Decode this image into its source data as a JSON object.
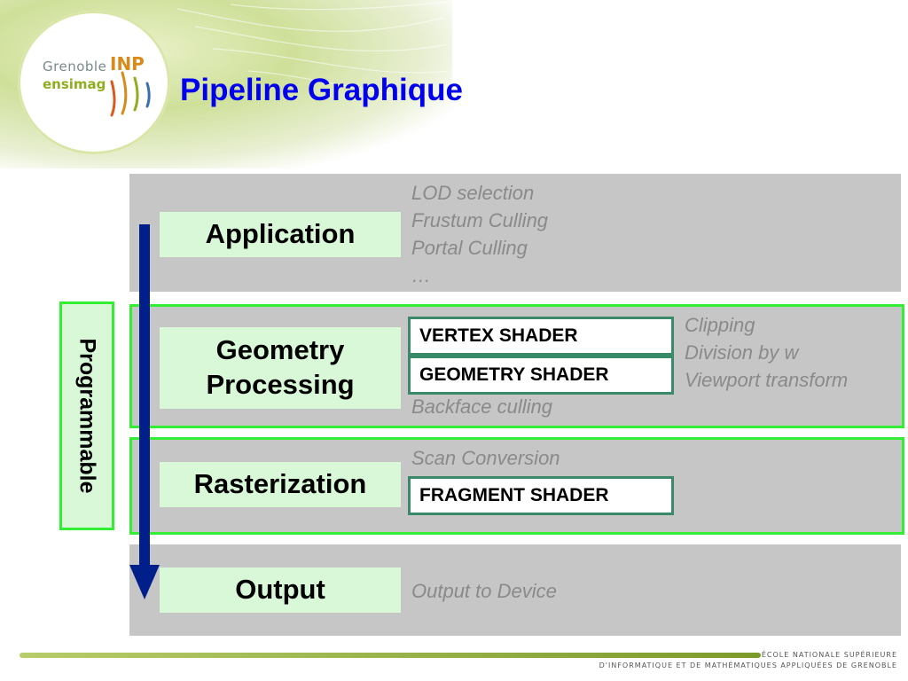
{
  "title": "Pipeline Graphique",
  "logo": {
    "line1": "Grenoble",
    "badge": "INP",
    "line2": "ensimag"
  },
  "stages": {
    "application": {
      "label": "Application",
      "notes": [
        "LOD selection",
        "Frustum Culling",
        "Portal Culling",
        "…"
      ]
    },
    "geometry": {
      "label_line1": "Geometry",
      "label_line2": "Processing",
      "shaders": [
        "VERTEX SHADER",
        "GEOMETRY SHADER"
      ],
      "notes_right": [
        "Clipping",
        "Division by w",
        "Viewport transform"
      ],
      "note_bottom": "Backface culling"
    },
    "rasterization": {
      "label": "Rasterization",
      "note": "Scan Conversion",
      "shader": "FRAGMENT SHADER"
    },
    "output": {
      "label": "Output",
      "note": "Output to Device"
    }
  },
  "programmable_label": "Programmable",
  "footer": {
    "line1": "ÉCOLE NATIONALE SUPÉRIEURE",
    "line2": "D'INFORMATIQUE ET DE MATHÉMATIQUES APPLIQUÉES DE GRENOBLE"
  },
  "colors": {
    "title": "#0000ee",
    "band": "#c6c6c6",
    "highlight_border": "#33ee33",
    "label_fill": "#d8f8d8",
    "shader_border": "#3a8a6a",
    "arrow": "#001f8a",
    "note_text": "#8a8a8a"
  }
}
